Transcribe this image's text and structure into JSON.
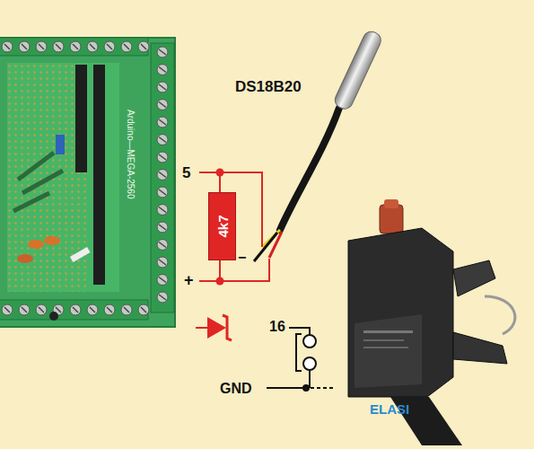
{
  "diagram": {
    "nodes": [
      {
        "text": [
          "4k7"
        ]
      }
    ],
    "labels": [
      "DS18B20",
      "5",
      "+",
      "−",
      "16",
      "GND",
      "ELASI",
      "Arduino—MEGA-2560"
    ]
  }
}
